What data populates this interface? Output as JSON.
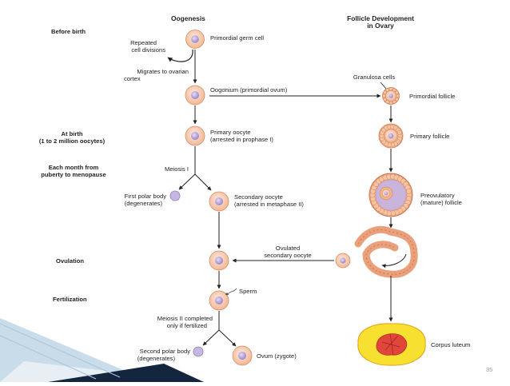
{
  "headings": {
    "oogenesis": "Oogenesis",
    "follicle_line1": "Follicle Development",
    "follicle_line2": "in Ovary"
  },
  "stages": {
    "before_birth": "Before birth",
    "at_birth_line1": "At birth",
    "at_birth_line2": "(1 to 2 million oocytes)",
    "monthly_line1": "Each month from",
    "monthly_line2": "puberty to menopause",
    "ovulation": "Ovulation",
    "fertilization": "Fertilization"
  },
  "oogenesis": {
    "repeated_line1": "Repeated",
    "repeated_line2": "cell divisions",
    "primordial_germ_cell": "Primordial germ cell",
    "migrates_line1": "Migrates to ovarian",
    "migrates_line2": "cortex",
    "oogonium": "Oogonium (primordial ovum)",
    "primary_oocyte_line1": "Primary oocyte",
    "primary_oocyte_line2": "(arrested in prophase I)",
    "meiosis_1": "Meiosis I",
    "first_polar_line1": "First polar body",
    "first_polar_line2": "(degenerates)",
    "secondary_oocyte_line1": "Secondary oocyte",
    "secondary_oocyte_line2": "(arrested in metaphase II)",
    "sperm": "Sperm",
    "meiosis_2_line1": "Meiosis II completed",
    "meiosis_2_line2": "only if fertilized",
    "second_polar_line1": "Second polar body",
    "second_polar_line2": "(degenerates)",
    "ovum": "Ovum (zygote)"
  },
  "follicle": {
    "granulosa": "Granulosa cells",
    "primordial": "Primordial follicle",
    "primary": "Primary follicle",
    "preovulatory_line1": "Preovulatory",
    "preovulatory_line2": "(mature) follicle",
    "ovulated_line1": "Ovulated",
    "ovulated_line2": "secondary oocyte",
    "corpus_luteum": "Corpus luteum"
  },
  "page_number": "35",
  "colors": {
    "cell_outer": "#f4c3a6",
    "cell_border": "#d98a64",
    "nucleus": "#a98fcf",
    "corpus_yellow": "#f8e030",
    "corpus_red": "#e0463a",
    "slide_accent": "#14263d"
  }
}
